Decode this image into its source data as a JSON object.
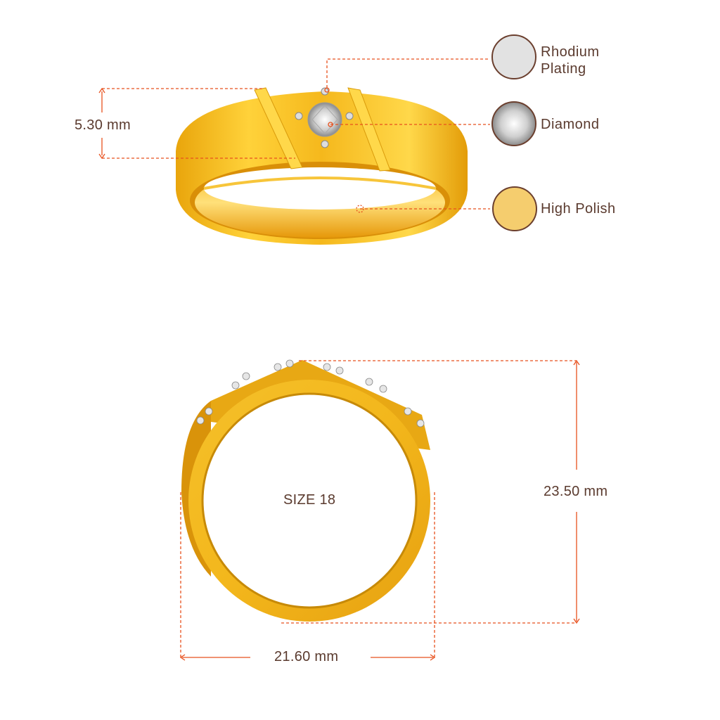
{
  "dimensions": {
    "band_width": "5.30 mm",
    "ring_height": "23.50 mm",
    "ring_width": "21.60 mm",
    "ring_size": "SIZE 18"
  },
  "legend": [
    {
      "label_line1": "Rhodium",
      "label_line2": "Plating",
      "swatch_color": "#e2e2e2",
      "icon": "rhodium-swatch"
    },
    {
      "label_line1": "Diamond",
      "label_line2": "",
      "swatch_color": "#d9d9d9",
      "icon": "diamond-swatch"
    },
    {
      "label_line1": "High Polish",
      "label_line2": "",
      "swatch_color": "#f5cd6e",
      "icon": "gold-swatch"
    }
  ],
  "colors": {
    "dimension_line": "#e8511e",
    "text": "#5a3a2e",
    "gold": "#f2b820",
    "gold_dark": "#d9930a"
  }
}
